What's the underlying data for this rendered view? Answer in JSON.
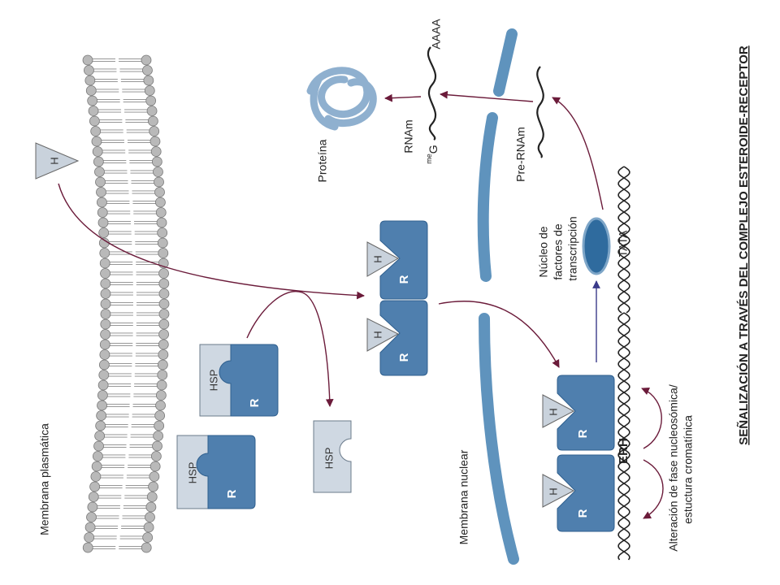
{
  "title": "SEÑALIZACIÓN A TRAVÉS DEL COMPLEJO ESTEROIDE-RECEPTOR",
  "labels": {
    "plasma_membrane": "Membrana  plasmática",
    "nuclear_membrane": "Membrana  nuclear",
    "protein": "Proteína",
    "rnam": "RNAm",
    "meg_super": "me",
    "meg_base": "G",
    "aaaa": "AAAA",
    "pre_rnam": "Pre-RNAm",
    "nucleo_line1": "Núcleo de",
    "nucleo_line2": "factores de",
    "nucleo_line3": "transcripción",
    "tata": "TATA",
    "erh": "ERH",
    "alter_line1": "Alteración de fase nucleosómica/",
    "alter_line2": "estuctura cromatínica"
  },
  "symbols": {
    "hormone": "H",
    "receptor": "R",
    "hsp": "HSP"
  },
  "colors": {
    "receptor": "#4f7fae",
    "receptor_dark": "#2f5f8e",
    "hsp": "#cfd8e2",
    "hormone": "#c9d2dc",
    "membrane_head": "#b9b9b9",
    "nuclear_membrane": "#5f93bd",
    "arrow": "#6b1b3a",
    "blue_arrow": "#3a3a8a",
    "protein": "#8fb0cf",
    "tf_core": "#2f6b9e"
  }
}
